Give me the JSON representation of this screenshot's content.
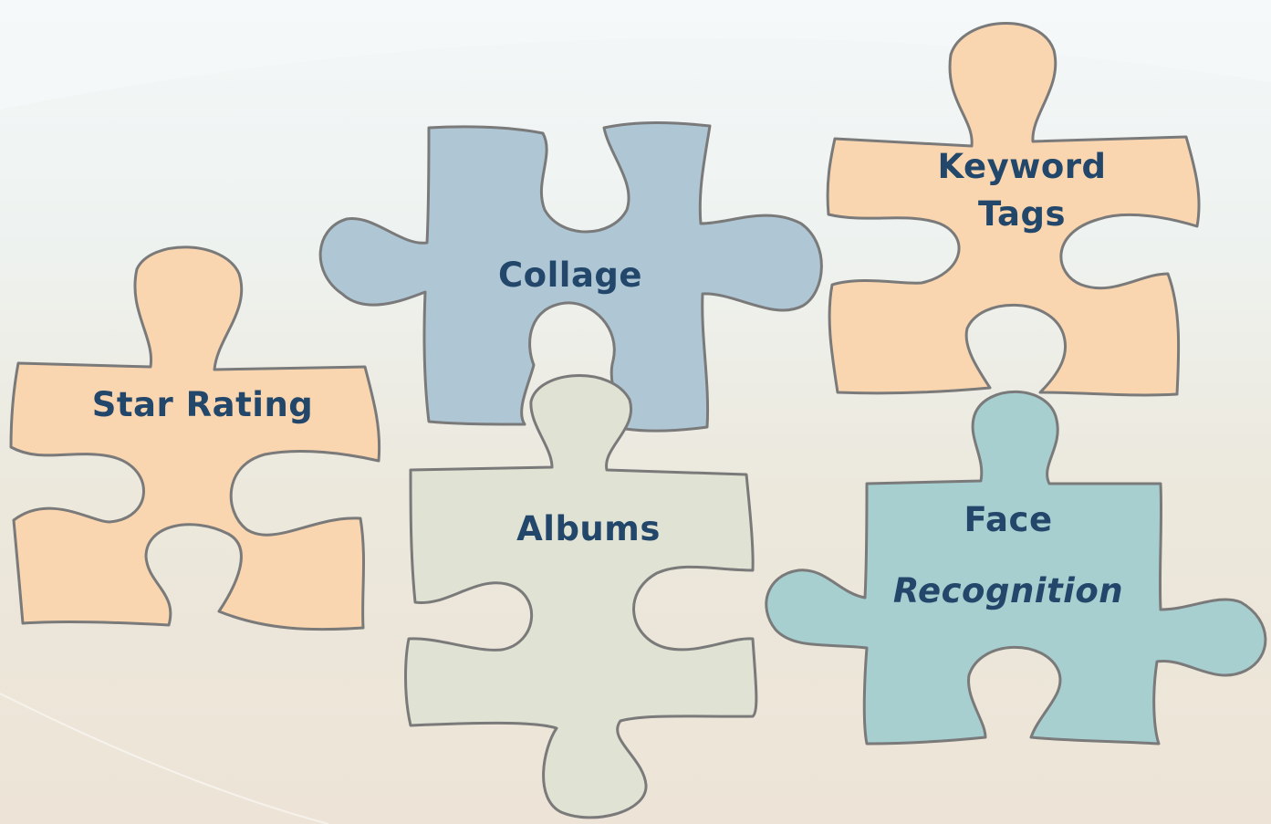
{
  "colors": {
    "text": "#22476a",
    "peach": "#fad6b0",
    "blue": "#afc7d5",
    "sage": "#e0e2d3",
    "teal": "#a8cfd0",
    "outline": "#7a7a7a"
  },
  "pieces": {
    "star_rating": {
      "label": "Star Rating"
    },
    "collage": {
      "label": "Collage"
    },
    "keyword_tags": {
      "line1": "Keyword",
      "line2": "Tags"
    },
    "albums": {
      "label": "Albums"
    },
    "face_recognition": {
      "line1": "Face",
      "line2": "Recognition"
    }
  }
}
